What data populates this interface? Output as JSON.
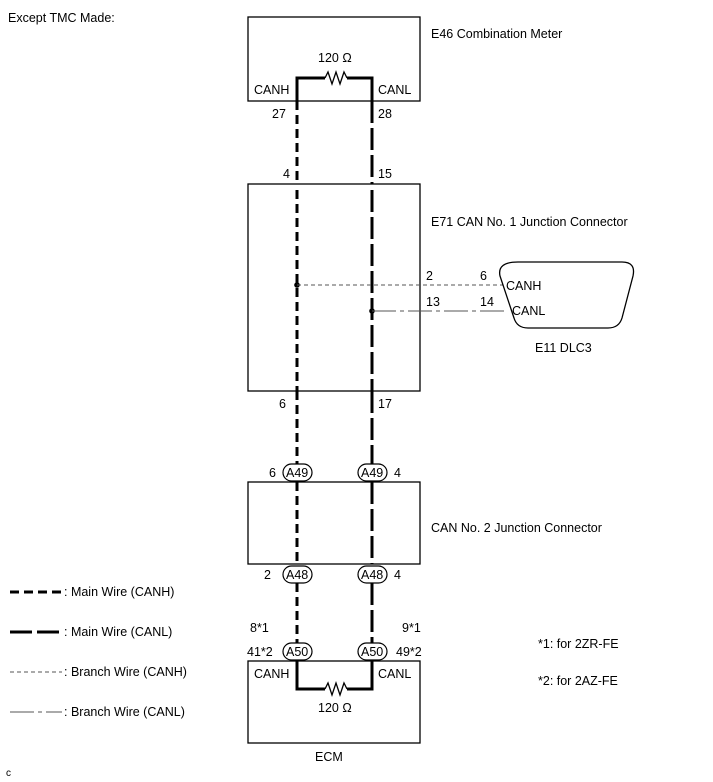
{
  "header": {
    "note": "Except TMC Made:"
  },
  "meter": {
    "name": "E46 Combination Meter",
    "resistor": "120 Ω",
    "canh": "CANH",
    "canl": "CANL",
    "pin_canh": "27",
    "pin_canl": "28"
  },
  "jc1": {
    "name": "E71 CAN No. 1 Junction Connector",
    "pin_top_canh": "4",
    "pin_top_canl": "15",
    "pin_bot_canh": "6",
    "pin_bot_canl": "17",
    "pin_branch_canh": "2",
    "pin_branch_canl": "13"
  },
  "dlc": {
    "name": "E11 DLC3",
    "canh": "CANH",
    "canl": "CANL",
    "pin_canh": "6",
    "pin_canl": "14"
  },
  "jc2": {
    "name": "CAN No. 2 Junction Connector",
    "connector_top": "A49",
    "connector_bottom": "A48",
    "pin_top_canh": "6",
    "pin_top_canl": "4",
    "pin_bot_canh": "2",
    "pin_bot_canl": "4"
  },
  "ecm": {
    "name": "ECM",
    "connector": "A50",
    "resistor": "120 Ω",
    "canh": "CANH",
    "canl": "CANL",
    "pin_canh_1": "8*1",
    "pin_canh_2": "41*2",
    "pin_canl_1": "9*1",
    "pin_canl_2": "49*2"
  },
  "legend": {
    "main_canh": ": Main Wire (CANH)",
    "main_canl": ": Main Wire (CANL)",
    "branch_canh": ": Branch Wire (CANH)",
    "branch_canl": ": Branch Wire (CANL)"
  },
  "footnotes": {
    "n1": "*1: for 2ZR-FE",
    "n2": "*2: for 2AZ-FE"
  },
  "corner_mark": "c"
}
